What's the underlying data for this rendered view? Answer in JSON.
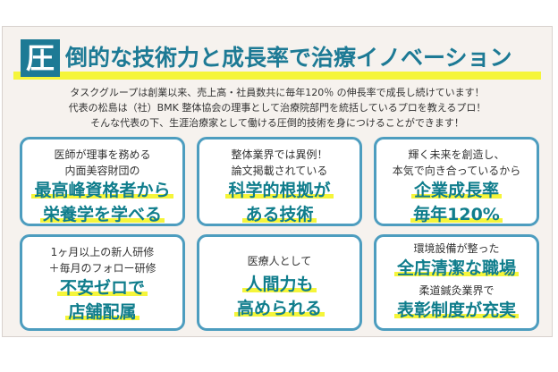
{
  "title": {
    "first_char": "圧",
    "rest": "倒的な技術力と成長率で治療イノベーション"
  },
  "intro": [
    "タスクグループは創業以来、売上高・社員数共に毎年120％ の伸長率で成長し続けています！",
    "代表の松島は（社）BMK 整体協会の理事として治療院部門を統括しているプロを教えるプロ！",
    "そんな代表の下、生涯治療家として働ける圧倒的技術を身につけることができます！"
  ],
  "cards": [
    {
      "small": [
        "医師が理事を務める",
        "内面美容財団の"
      ],
      "big": [
        "最高峰資格者から",
        "栄養学を学べる"
      ]
    },
    {
      "small": [
        "整体業界では異例！",
        "論文掲載されている"
      ],
      "big": [
        "科学的根拠が",
        "ある技術"
      ]
    },
    {
      "small": [
        "輝く未来を創造し、",
        "本気で向き合っているから"
      ],
      "big": [
        "企業成長率",
        "毎年120%"
      ]
    },
    {
      "small": [
        "1ヶ月以上の新人研修",
        "＋毎月のフォロー研修"
      ],
      "big": [
        "不安ゼロで",
        "店舗配属"
      ]
    },
    {
      "small": [
        "医療人として"
      ],
      "big": [
        "人間力も",
        "高められる"
      ]
    },
    {
      "small": [
        "環境設備が整った"
      ],
      "big": [
        "全店清潔な職場"
      ],
      "small2": [
        "柔道鍼灸業界で"
      ],
      "big2": [
        "表彰制度が充実"
      ]
    }
  ],
  "colors": {
    "accent": "#1d7a95",
    "border": "#4d9dbf",
    "highlight": "#f5f53a",
    "big_text": "#0f7d8c"
  }
}
